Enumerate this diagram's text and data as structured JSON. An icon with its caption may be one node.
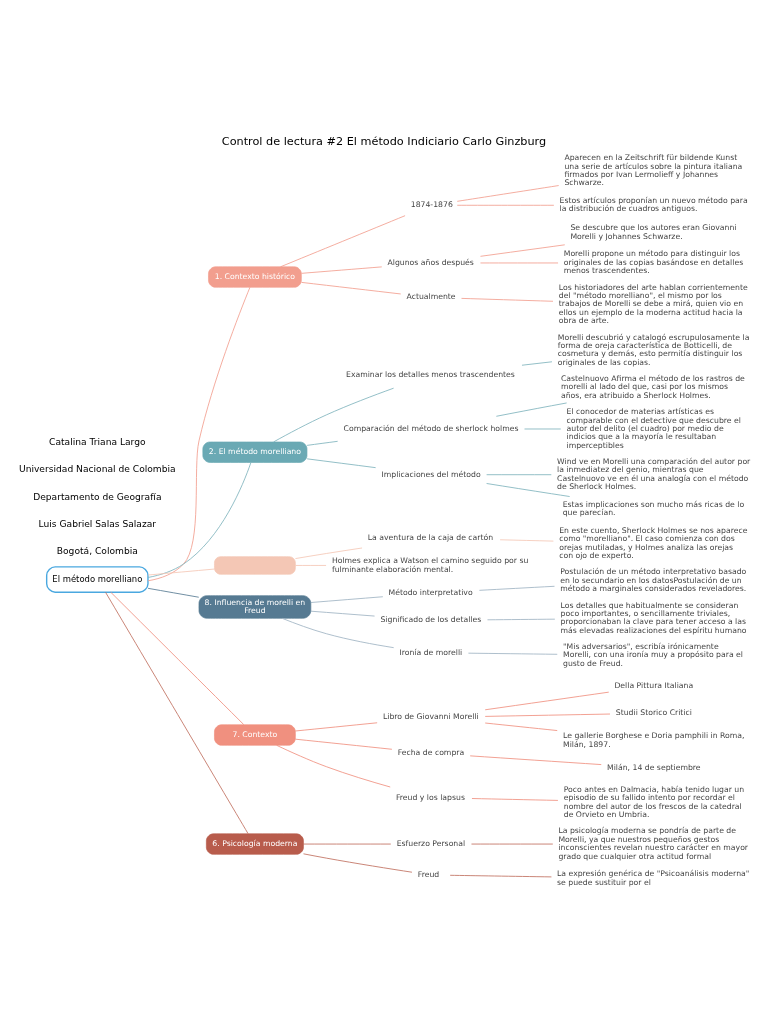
{
  "diagram": {
    "title": "Control de lectura #2 El método Indiciario Carlo Ginzburg",
    "nodes": [
      {
        "text": [
          "El método morelliano"
        ]
      },
      {
        "text": [
          "1. Contexto histórico"
        ]
      },
      {
        "text": [
          "1874-1876"
        ]
      },
      {
        "text": [
          "Aparecen en la Zeitschrift für bildende Kunst una serie de artículos sobre la pintura italiana firmados por Ivan Lermolieff y Johannes Schwarze."
        ]
      },
      {
        "text": [
          "Estos artículos proponían un nuevo método para la distribución de cuadros antiguos."
        ]
      },
      {
        "text": [
          "Algunos años después"
        ]
      },
      {
        "text": [
          "Se descubre que los autores eran Giovanni Morelli y Johannes Schwarze."
        ]
      },
      {
        "text": [
          "Morelli propone un método para distinguir los originales de las copias basándose en detalles menos trascendentes."
        ]
      },
      {
        "text": [
          "Actualmente"
        ]
      },
      {
        "text": [
          "Los historiadores del arte hablan corrientemente del \"método morelliano\", el mismo por los trabajos de Morelli se debe a mirá, quien vio en ellos un ejemplo de la moderna actitud hacia la obra de arte."
        ]
      },
      {
        "text": [
          "2. El método morelliano"
        ]
      },
      {
        "text": [
          "Examinar los detalles menos trascendentes"
        ]
      },
      {
        "text": [
          "Morelli descubrió y catalogó escrupulosamente la forma de oreja característica de Botticelli, de cosmetura y demás, esto permitía distinguir los originales de las copias."
        ]
      },
      {
        "text": [
          "Comparación del método de sherlock holmes"
        ]
      },
      {
        "text": [
          "Castelnuovo Afirma el método de los rastros de morelli al lado del que, casi por los mismos años, era atribuido a Sherlock Holmes."
        ]
      },
      {
        "text": [
          "El conocedor de materias artísticas es comparable con el detective que descubre el autor del delito (el cuadro) por medio de indicios que a la mayoría le resultaban imperceptibles"
        ]
      },
      {
        "text": [
          "Implicaciones del método"
        ]
      },
      {
        "text": [
          "Wind ve en Morelli una comparación del autor por la inmediatez del genio, mientras que Castelnuovo ve en él una analogía con el método de Sherlock Holmes."
        ]
      },
      {
        "text": [
          "Estas implicaciones son mucho más ricas de lo que parecían."
        ]
      },
      {
        "text": [],
        "shape": "box"
      },
      {
        "text": [
          "La aventura de la caja de cartón"
        ]
      },
      {
        "text": [
          "En este cuento, Sherlock Holmes se nos aparece como \"morelliano\". El caso comienza con dos orejas mutiladas, y Holmes analiza las orejas con ojo de experto."
        ]
      },
      {
        "text": [
          "Holmes explica a Watson el camino seguido por su fulminante elaboración mental."
        ]
      },
      {
        "text": [
          "8. Influencia de morelli en Freud"
        ]
      },
      {
        "text": [
          "Método interpretativo"
        ]
      },
      {
        "text": [
          "Postulación de un método interpretativo basado en lo secundario en los datosPostulación de un método a marginales considerados reveladores."
        ]
      },
      {
        "text": [
          "Significado de los detalles"
        ]
      },
      {
        "text": [
          "Los detalles que habitualmente se consideran poco importantes, o sencillamente triviales, proporcionaban la clave para tener acceso a las más elevadas realizaciones del espíritu humano"
        ]
      },
      {
        "text": [
          "Ironía de morelli"
        ]
      },
      {
        "text": [
          "\"Mis adversarios\", escribía irónicamente Morelli, con una ironía muy a propósito para el gusto de Freud."
        ]
      },
      {
        "text": [
          "7. Contexto"
        ]
      },
      {
        "text": [
          "Libro de Giovanni Morelli"
        ]
      },
      {
        "text": [
          "Della Pittura Italiana"
        ]
      },
      {
        "text": [
          "Studii Storico Critici"
        ]
      },
      {
        "text": [
          "Le gallerie Borghese e Doria pamphili in Roma, Milán, 1897."
        ]
      },
      {
        "text": [
          "Fecha de compra"
        ]
      },
      {
        "text": [
          "Milán, 14 de septiembre"
        ]
      },
      {
        "text": [
          "Freud y los lapsus"
        ]
      },
      {
        "text": [
          "Poco antes en Dalmacia, había tenido lugar un episodio de su fallido intento por recordar el nombre del autor de los frescos de la catedral de Orvieto en Umbria."
        ]
      },
      {
        "text": [
          "6. Psicología moderna"
        ]
      },
      {
        "text": [
          "Esfuerzo Personal"
        ]
      },
      {
        "text": [
          "La psicología moderna se pondría de parte de Morelli, ya que nuestros pequeños gestos inconscientes revelan nuestro carácter en mayor grado que cualquier otra actitud formal"
        ]
      },
      {
        "text": [
          "Freud"
        ]
      },
      {
        "text": [
          "La expresión genérica de \"Psicoanálisis moderna\" se puede sustituir por el"
        ]
      }
    ],
    "edges": [
      {
        "from": 0,
        "to": 1,
        "arrow": "none",
        "color": "#f29e8e"
      },
      {
        "from": 1,
        "to": 2,
        "arrow": "none",
        "color": "#f29e8e"
      },
      {
        "from": 2,
        "to": 3,
        "arrow": "none",
        "color": "#f29e8e"
      },
      {
        "from": 2,
        "to": 4,
        "arrow": "none",
        "color": "#f29e8e"
      },
      {
        "from": 1,
        "to": 5,
        "arrow": "none",
        "color": "#f29e8e"
      },
      {
        "from": 5,
        "to": 6,
        "arrow": "none",
        "color": "#f29e8e"
      },
      {
        "from": 5,
        "to": 7,
        "arrow": "none",
        "color": "#f29e8e"
      },
      {
        "from": 1,
        "to": 8,
        "arrow": "none",
        "color": "#f29e8e"
      },
      {
        "from": 8,
        "to": 9,
        "arrow": "none",
        "color": "#f29e8e"
      },
      {
        "from": 0,
        "to": 10,
        "arrow": "none",
        "color": "#7fb3bd"
      },
      {
        "from": 10,
        "to": 11,
        "arrow": "none",
        "color": "#7fb3bd"
      },
      {
        "from": 11,
        "to": 12,
        "arrow": "none",
        "color": "#7fb3bd"
      },
      {
        "from": 10,
        "to": 13,
        "arrow": "none",
        "color": "#7fb3bd"
      },
      {
        "from": 13,
        "to": 14,
        "arrow": "none",
        "color": "#7fb3bd"
      },
      {
        "from": 13,
        "to": 15,
        "arrow": "none",
        "color": "#7fb3bd"
      },
      {
        "from": 10,
        "to": 16,
        "arrow": "none",
        "color": "#7fb3bd"
      },
      {
        "from": 16,
        "to": 17,
        "arrow": "none",
        "color": "#7fb3bd"
      },
      {
        "from": 16,
        "to": 18,
        "arrow": "none",
        "color": "#7fb3bd"
      },
      {
        "from": 0,
        "to": 19,
        "arrow": "none",
        "color": "#f4c7b5"
      },
      {
        "from": 19,
        "to": 20,
        "arrow": "none",
        "color": "#f4c7b5"
      },
      {
        "from": 20,
        "to": 21,
        "arrow": "none",
        "color": "#f4c7b5"
      },
      {
        "from": 19,
        "to": 22,
        "arrow": "none",
        "color": "#f4c7b5"
      },
      {
        "from": 0,
        "to": 23,
        "arrow": "none",
        "color": "#567a92"
      },
      {
        "from": 23,
        "to": 24,
        "arrow": "none",
        "color": "#9fb3c2"
      },
      {
        "from": 24,
        "to": 25,
        "arrow": "none",
        "color": "#9fb3c2"
      },
      {
        "from": 23,
        "to": 26,
        "arrow": "none",
        "color": "#9fb3c2"
      },
      {
        "from": 26,
        "to": 27,
        "arrow": "none",
        "color": "#9fb3c2"
      },
      {
        "from": 23,
        "to": 28,
        "arrow": "none",
        "color": "#9fb3c2"
      },
      {
        "from": 28,
        "to": 29,
        "arrow": "none",
        "color": "#9fb3c2"
      },
      {
        "from": 0,
        "to": 30,
        "arrow": "none",
        "color": "#f0907f"
      },
      {
        "from": 30,
        "to": 31,
        "arrow": "none",
        "color": "#f0907f"
      },
      {
        "from": 31,
        "to": 32,
        "arrow": "none",
        "color": "#f0907f"
      },
      {
        "from": 31,
        "to": 33,
        "arrow": "none",
        "color": "#f0907f"
      },
      {
        "from": 31,
        "to": 34,
        "arrow": "none",
        "color": "#f0907f"
      },
      {
        "from": 30,
        "to": 35,
        "arrow": "none",
        "color": "#f0907f"
      },
      {
        "from": 35,
        "to": 36,
        "arrow": "none",
        "color": "#f0907f"
      },
      {
        "from": 30,
        "to": 37,
        "arrow": "none",
        "color": "#f0907f"
      },
      {
        "from": 37,
        "to": 38,
        "arrow": "none",
        "color": "#f0907f"
      },
      {
        "from": 0,
        "to": 39,
        "arrow": "none",
        "color": "#c0705f"
      },
      {
        "from": 39,
        "to": 40,
        "arrow": "none",
        "color": "#c0705f"
      },
      {
        "from": 40,
        "to": 41,
        "arrow": "none",
        "color": "#c0705f"
      },
      {
        "from": 39,
        "to": 42,
        "arrow": "none",
        "color": "#c0705f"
      },
      {
        "from": 42,
        "to": 43,
        "arrow": "none",
        "color": "#c0705f"
      }
    ],
    "labels": [
      "Catalina Triana Largo",
      "Universidad Nacional de Colombia",
      "Departamento de Geografía",
      "Luis Gabriel Salas Salazar",
      "Bogotá, Colombia"
    ]
  }
}
